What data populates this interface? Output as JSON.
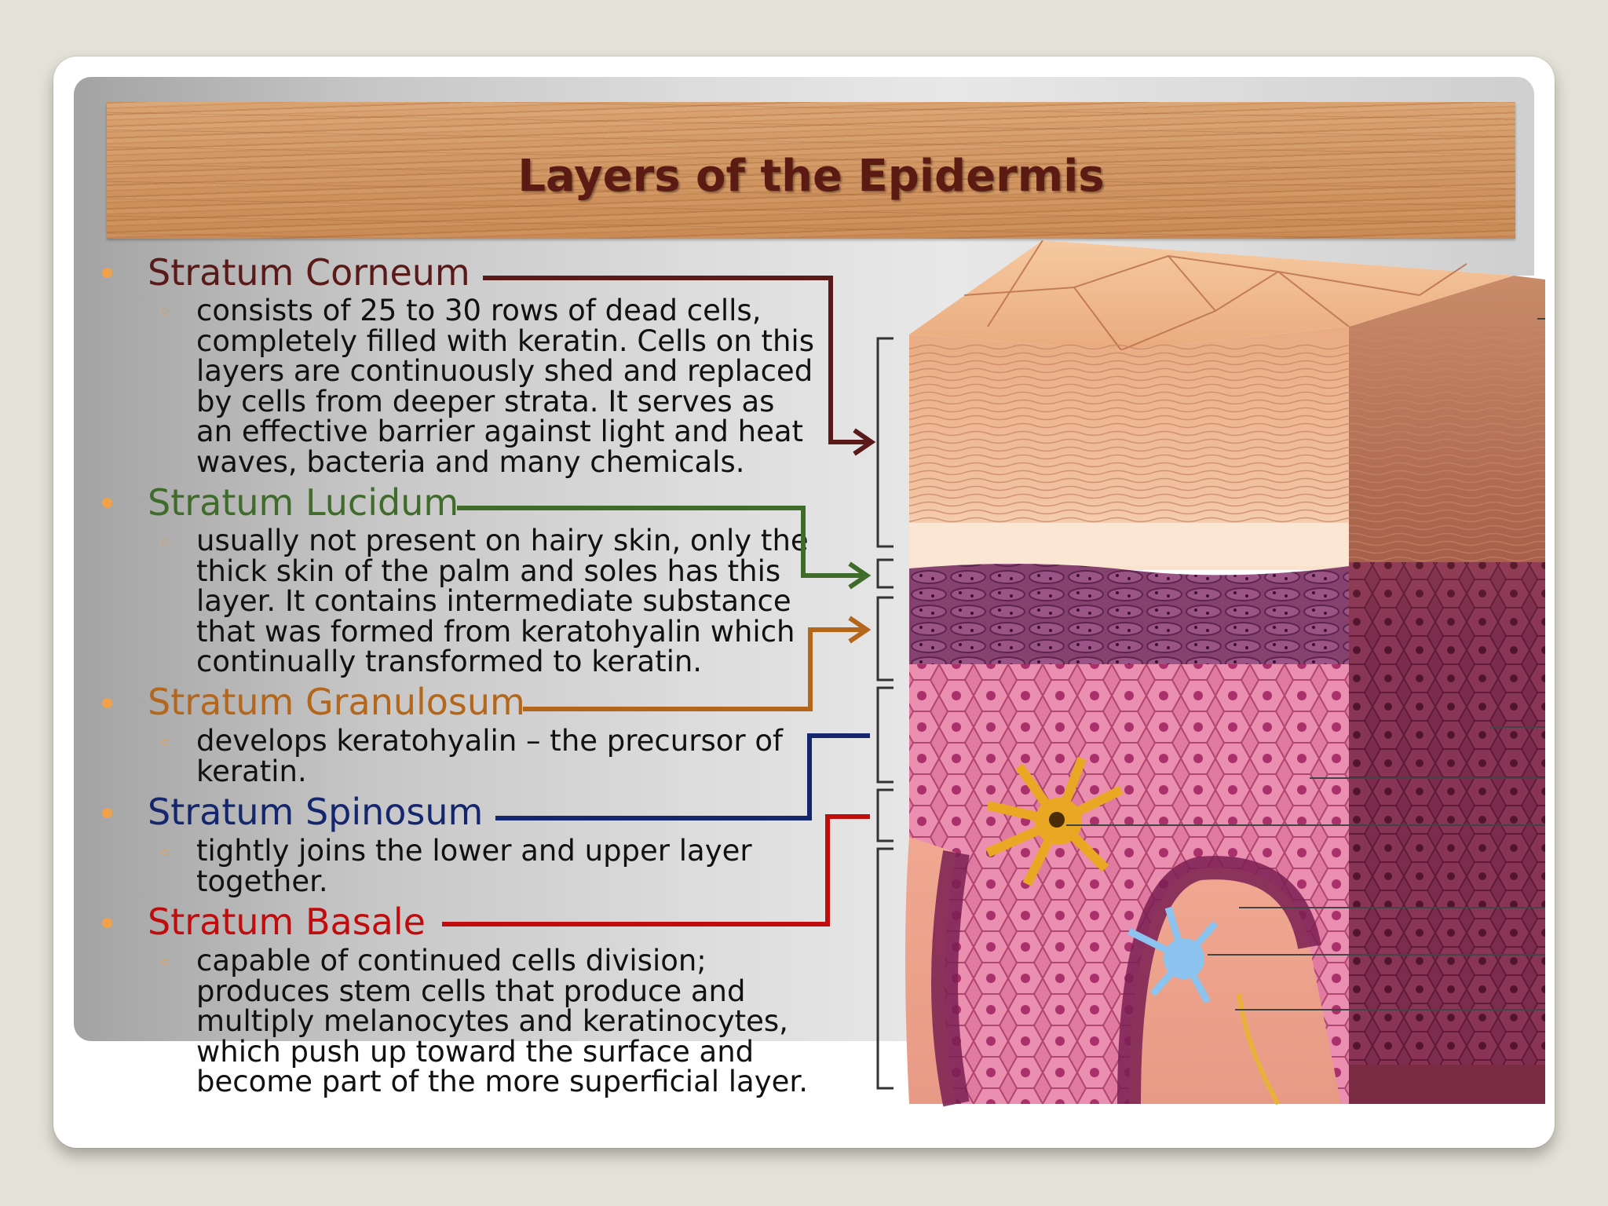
{
  "title": "Layers of the Epidermis",
  "colors": {
    "corneum": "#5a1a1a",
    "lucidum": "#3f6b2b",
    "granulosum": "#b4661a",
    "spinosum": "#14266e",
    "basale": "#c00c0c",
    "bullet": "#f0a14a"
  },
  "layers": [
    {
      "name": "Stratum Corneum",
      "description": "consists of 25 to 30 rows of dead cells,\ncompletely filled with keratin.  Cells on this\nlayers are continuously shed and replaced\nby cells from deeper strata.  It serves as\nan effective barrier against light and heat\nwaves, bacteria and many chemicals."
    },
    {
      "name": "Stratum Lucidum",
      "description": "usually not present on hairy skin, only the\nthick skin of the palm and soles has this\nlayer.  It contains intermediate substance\nthat was formed from keratohyalin which\ncontinually transformed to keratin."
    },
    {
      "name": "Stratum Granulosum",
      "description": "develops keratohyalin – the precursor of\nkeratin."
    },
    {
      "name": "Stratum Spinosum",
      "description": "tightly joins the lower and upper layer\ntogether."
    },
    {
      "name": "Stratum Basale",
      "description": "capable of continued cells division;\nproduces stem cells that produce and\nmultiply melanocytes and keratinocytes,\nwhich push up toward the surface and\nbecome part of the more superficial layer."
    }
  ],
  "diagram": {
    "icon": "epidermis-cross-section-illustration"
  }
}
